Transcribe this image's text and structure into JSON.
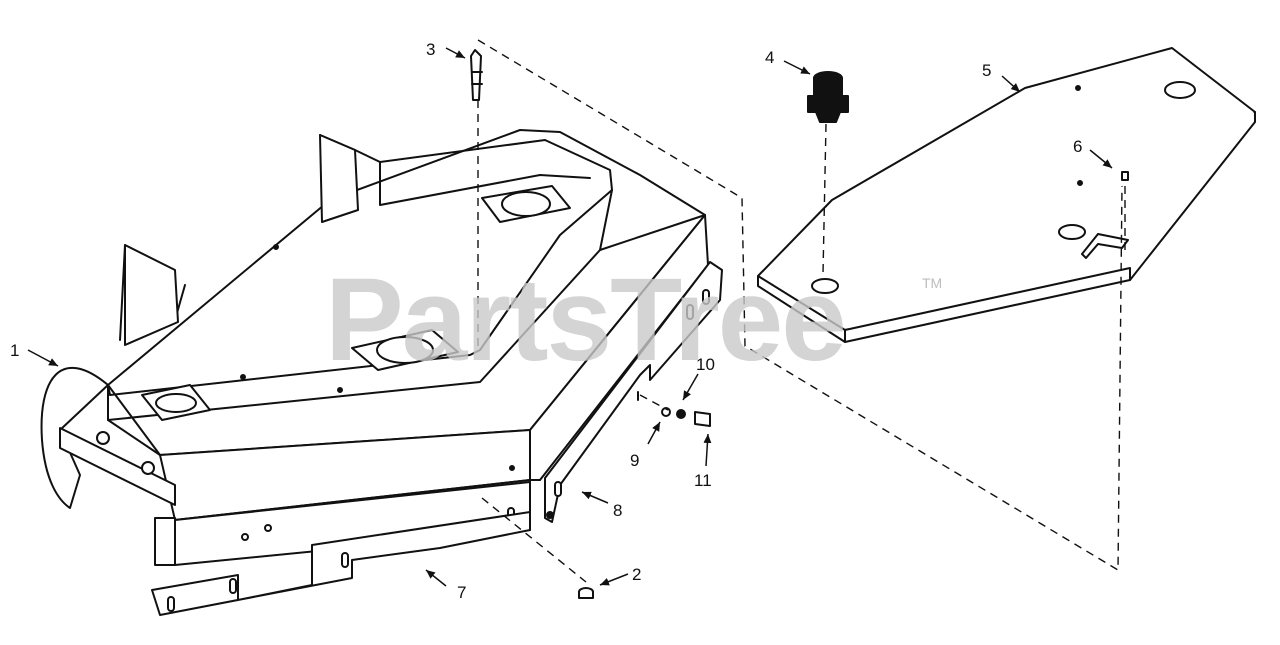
{
  "watermark": {
    "text": "PartsTree",
    "trademark": "TM"
  },
  "callouts": [
    {
      "id": "1",
      "label": "1"
    },
    {
      "id": "2",
      "label": "2"
    },
    {
      "id": "3",
      "label": "3"
    },
    {
      "id": "4",
      "label": "4"
    },
    {
      "id": "5",
      "label": "5"
    },
    {
      "id": "6",
      "label": "6"
    },
    {
      "id": "7",
      "label": "7"
    },
    {
      "id": "8",
      "label": "8"
    },
    {
      "id": "9",
      "label": "9"
    },
    {
      "id": "10",
      "label": "10"
    },
    {
      "id": "11",
      "label": "11"
    }
  ]
}
